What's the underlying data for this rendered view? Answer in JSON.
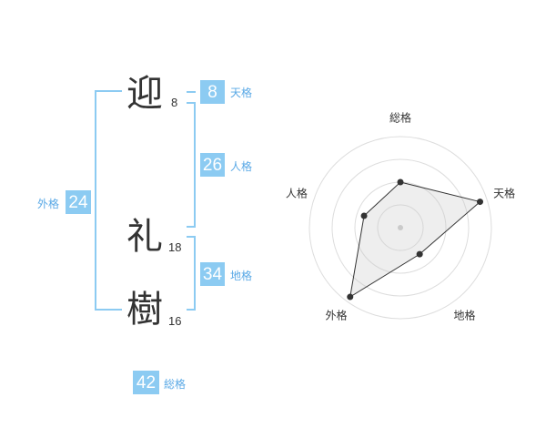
{
  "name": {
    "chars": [
      {
        "char": "迎",
        "strokes": "8"
      },
      {
        "char": "礼",
        "strokes": "18"
      },
      {
        "char": "樹",
        "strokes": "16"
      }
    ]
  },
  "fortunes": {
    "tenkaku": {
      "value": "8",
      "label": "天格"
    },
    "jinkaku": {
      "value": "26",
      "label": "人格"
    },
    "chikaku": {
      "value": "34",
      "label": "地格"
    },
    "gaikaku": {
      "value": "24",
      "label": "外格"
    },
    "soukaku": {
      "value": "42",
      "label": "総格"
    }
  },
  "radar": {
    "axes": [
      "総格",
      "天格",
      "地格",
      "外格",
      "人格"
    ],
    "levels": 4,
    "values": [
      0.5,
      0.92,
      0.36,
      0.94,
      0.42
    ]
  },
  "colors": {
    "accent": "#8ccbf2",
    "label_text": "#5aa9e6",
    "kanji_text": "#333333"
  }
}
